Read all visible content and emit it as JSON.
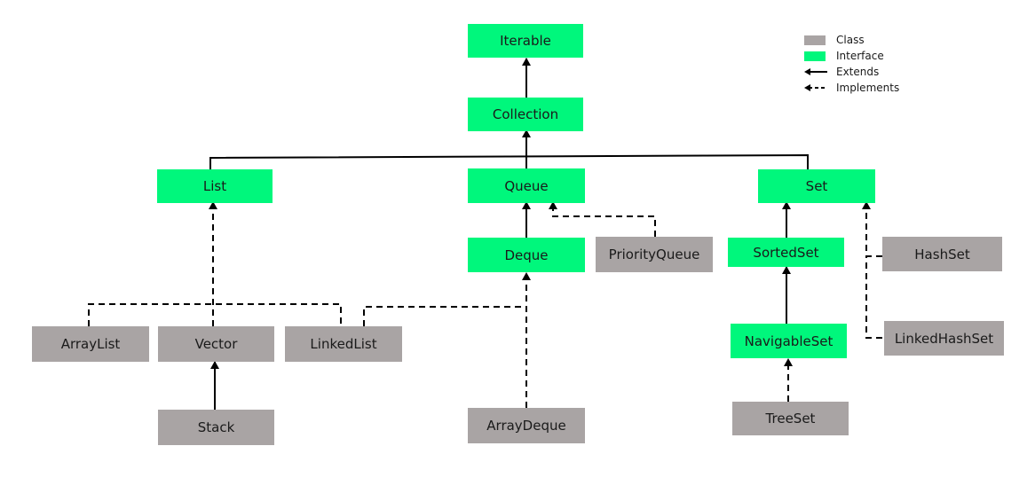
{
  "nodes": {
    "iterable": {
      "label": "Iterable",
      "kind": "interface"
    },
    "collection": {
      "label": "Collection",
      "kind": "interface"
    },
    "list": {
      "label": "List",
      "kind": "interface"
    },
    "queue": {
      "label": "Queue",
      "kind": "interface"
    },
    "set": {
      "label": "Set",
      "kind": "interface"
    },
    "deque": {
      "label": "Deque",
      "kind": "interface"
    },
    "sortedset": {
      "label": "SortedSet",
      "kind": "interface"
    },
    "navigableset": {
      "label": "NavigableSet",
      "kind": "interface"
    },
    "priorityqueue": {
      "label": "PriorityQueue",
      "kind": "class"
    },
    "hashset": {
      "label": "HashSet",
      "kind": "class"
    },
    "linkedhashset": {
      "label": "LinkedHashSet",
      "kind": "class"
    },
    "arraylist": {
      "label": "ArrayList",
      "kind": "class"
    },
    "vector": {
      "label": "Vector",
      "kind": "class"
    },
    "linkedlist": {
      "label": "LinkedList",
      "kind": "class"
    },
    "stack": {
      "label": "Stack",
      "kind": "class"
    },
    "arraydeque": {
      "label": "ArrayDeque",
      "kind": "class"
    },
    "treeset": {
      "label": "TreeSet",
      "kind": "class"
    }
  },
  "colors": {
    "interface": "#00f77c",
    "class": "#a9a4a4",
    "line": "#000000"
  },
  "edges": [
    {
      "from": "collection",
      "to": "iterable",
      "type": "extends"
    },
    {
      "from": "list",
      "to": "collection",
      "type": "extends"
    },
    {
      "from": "queue",
      "to": "collection",
      "type": "extends"
    },
    {
      "from": "set",
      "to": "collection",
      "type": "extends"
    },
    {
      "from": "deque",
      "to": "queue",
      "type": "extends"
    },
    {
      "from": "priorityqueue",
      "to": "queue",
      "type": "implements"
    },
    {
      "from": "sortedset",
      "to": "set",
      "type": "extends"
    },
    {
      "from": "navigableset",
      "to": "sortedset",
      "type": "extends"
    },
    {
      "from": "treeset",
      "to": "navigableset",
      "type": "implements"
    },
    {
      "from": "hashset",
      "to": "set",
      "type": "implements"
    },
    {
      "from": "linkedhashset",
      "to": "set",
      "type": "implements"
    },
    {
      "from": "arraylist",
      "to": "list",
      "type": "implements"
    },
    {
      "from": "vector",
      "to": "list",
      "type": "implements"
    },
    {
      "from": "linkedlist",
      "to": "list",
      "type": "implements"
    },
    {
      "from": "linkedlist",
      "to": "deque",
      "type": "implements"
    },
    {
      "from": "stack",
      "to": "vector",
      "type": "extends"
    },
    {
      "from": "arraydeque",
      "to": "deque",
      "type": "implements"
    }
  ],
  "legend": {
    "class": "Class",
    "interface": "Interface",
    "extends": "Extends",
    "implements": "Implements"
  }
}
